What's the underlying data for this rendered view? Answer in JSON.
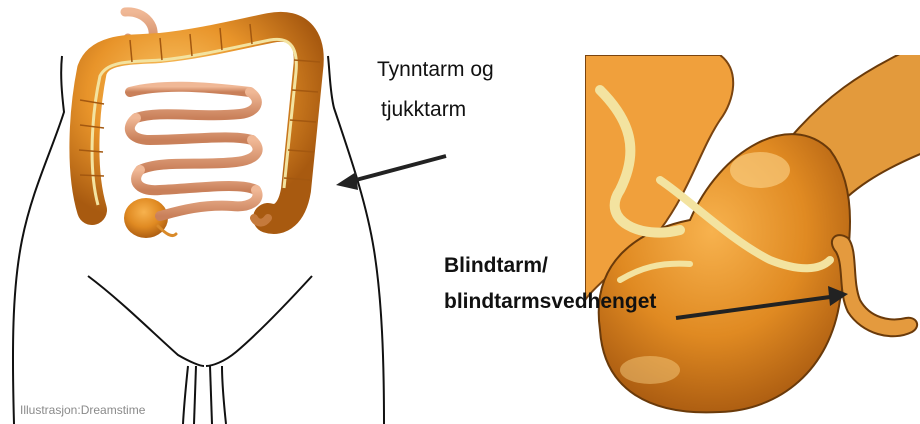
{
  "labels": {
    "intestine_line1": "Tynntarm og",
    "intestine_line2": "tjukktarm",
    "appendix_line1": "Blindtarm/",
    "appendix_line2": "blindtarmsvedhenget"
  },
  "credit": "Illustrasjon:Dreamstime",
  "colors": {
    "outline": "#111111",
    "large_intestine": "#e8942a",
    "small_intestine": "#e7a57c",
    "fat_band": "#f3e3a0"
  }
}
